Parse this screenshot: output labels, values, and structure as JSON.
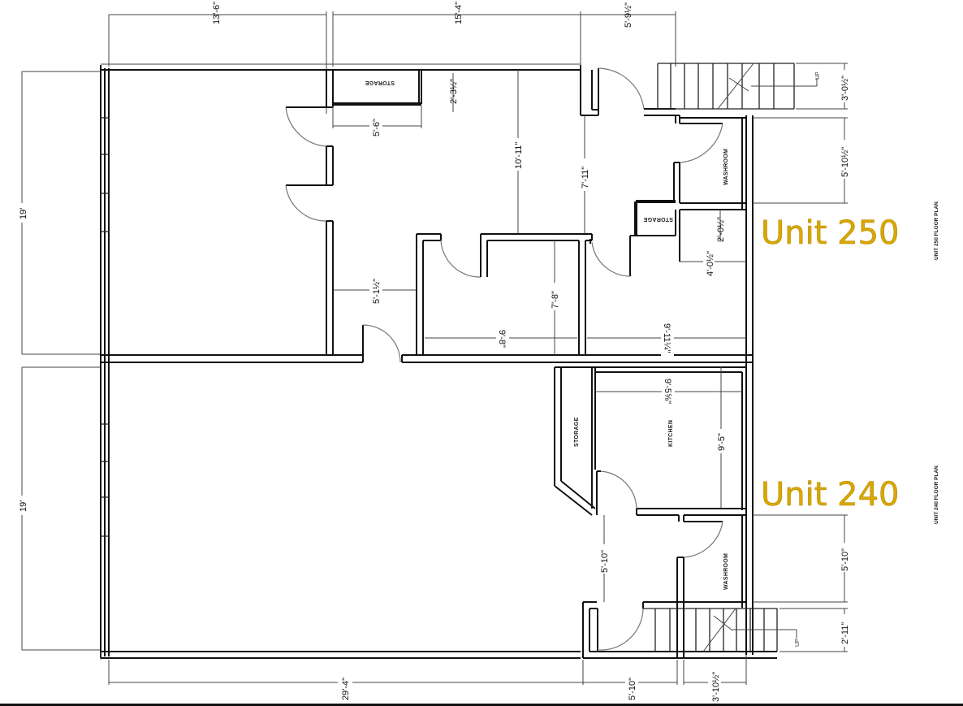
{
  "units": [
    {
      "label": "Unit 250",
      "color": "#d9a800",
      "plan_title": "UNIT 250 FLOOR PLAN"
    },
    {
      "label": "Unit 240",
      "color": "#d9a800",
      "plan_title": "UNIT 240 FLOOR PLAN"
    }
  ],
  "rooms": {
    "storage_top": "STORAGE",
    "storage_small": "STORAGE",
    "washroom_250": "WASHROOM",
    "storage_240": "STORAGE",
    "kitchen": "KITCHEN",
    "washroom_240": "WASHROOM"
  },
  "stairs": {
    "up_250": "UP",
    "up_240": "UP"
  },
  "dimensions": {
    "top_left_width": "13'-6\"",
    "top_mid_width": "15'-4\"",
    "top_right_width": "5'-9½\"",
    "left_upper_height": "19'",
    "left_lower_height": "19'",
    "storage_depth": "2'-3½\"",
    "storage_width": "5'-6\"",
    "center_height": "10'-11\"",
    "hall_height": "7'-11\"",
    "stair_top_depth": "3'-0½\"",
    "washroom_250_height": "5'-10½\"",
    "small_storage_height": "2'-0½\"",
    "small_storage_width": "4'-0½\"",
    "corridor_width": "5'-1½\"",
    "room_height": "7'-8\"",
    "room_width": "9'-8\"",
    "right_room_width": "9'-11¼\"",
    "kitchen_width": "9'-5⅝\"",
    "kitchen_height": "9'-5\"",
    "hall_240_height": "5'-10\"",
    "washroom_240_height": "5'-10\"",
    "stair_bottom_depth": "2'-11\"",
    "bottom_left_width": "29'-4\"",
    "bottom_mid_width": "5'-10\"",
    "bottom_right_width": "3'-10½\""
  }
}
